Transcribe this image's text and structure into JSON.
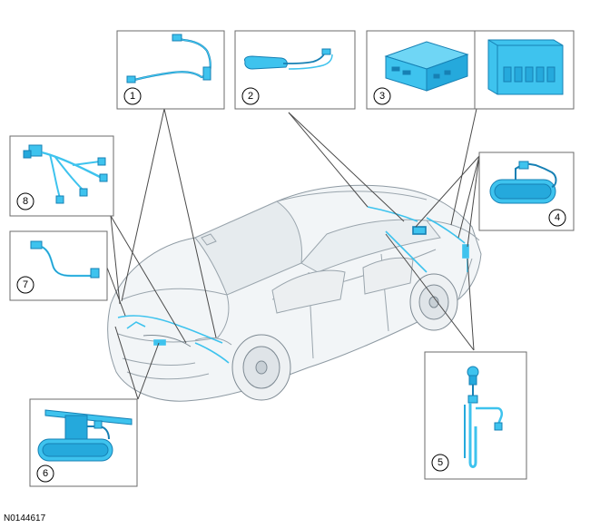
{
  "figure_id": "N0144617",
  "colors": {
    "component": "#3ec3ee",
    "component_dark": "#1680b4",
    "vehicle_line": "#9aa5ad",
    "box_border": "#6b6b6b",
    "leader": "#4a4a4a"
  },
  "callouts": [
    {
      "num": "1",
      "icon": "harness-cable-icon"
    },
    {
      "num": "2",
      "icon": "antenna-cable-icon"
    },
    {
      "num": "3",
      "icon": "control-module-icon"
    },
    {
      "num": "4",
      "icon": "sensor-icon"
    },
    {
      "num": "5",
      "icon": "harness-cable-icon"
    },
    {
      "num": "6",
      "icon": "sensor-bracket-icon"
    },
    {
      "num": "7",
      "icon": "antenna-cable-icon"
    },
    {
      "num": "8",
      "icon": "harness-cable-icon"
    }
  ]
}
